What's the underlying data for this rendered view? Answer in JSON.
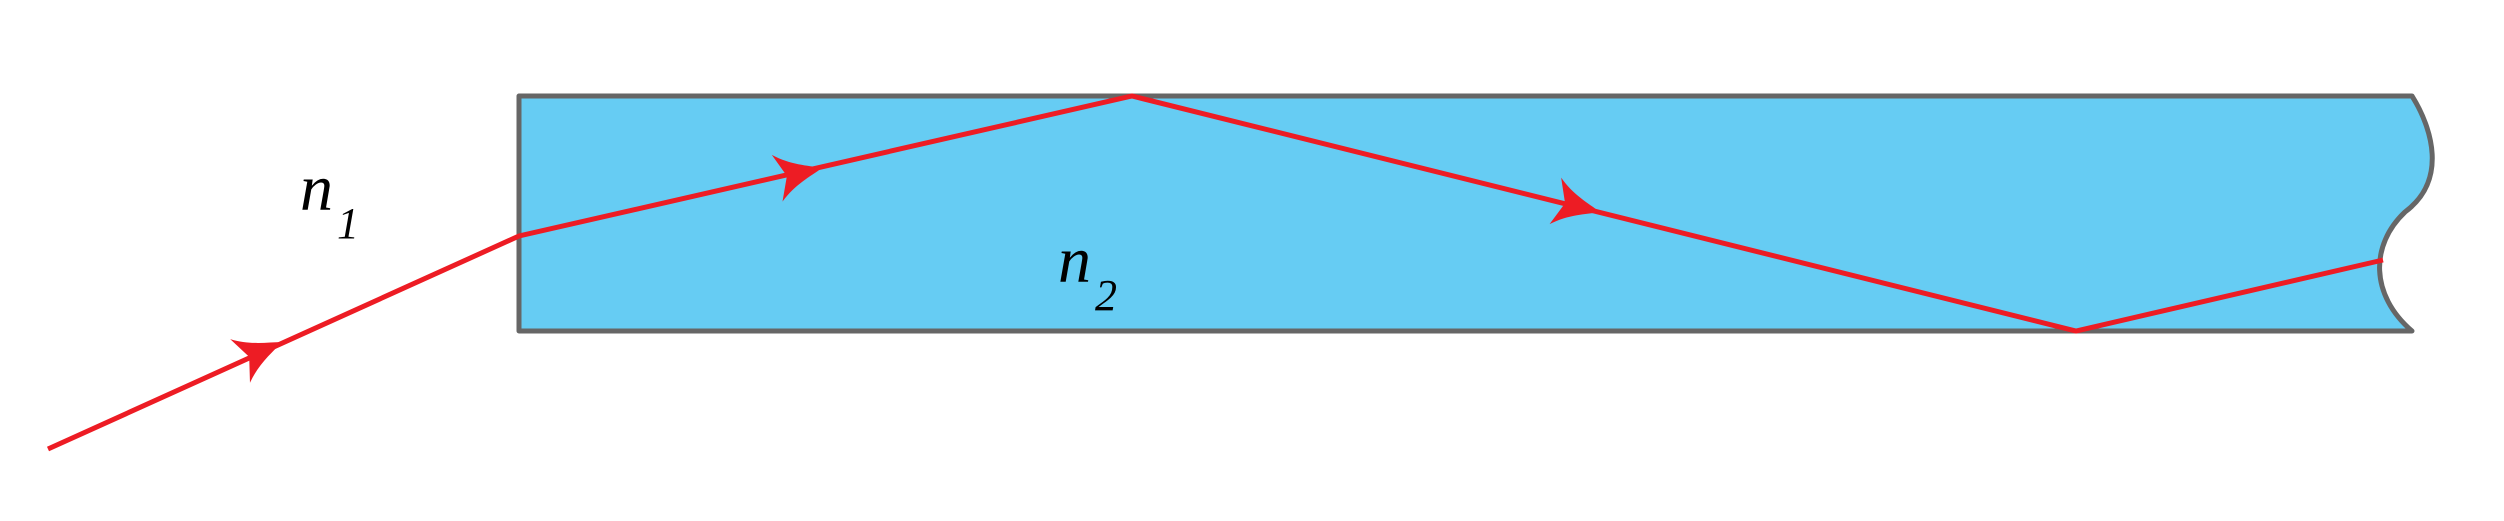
{
  "labels": {
    "n1": {
      "base": "n",
      "sub": "1"
    },
    "n2": {
      "base": "n",
      "sub": "2"
    }
  },
  "colors": {
    "medium_fill": "#66CCF3",
    "medium_border": "#666666",
    "ray": "#ED1C24",
    "background": "#FFFFFF"
  },
  "ray": {
    "direction_arrows": 3
  }
}
